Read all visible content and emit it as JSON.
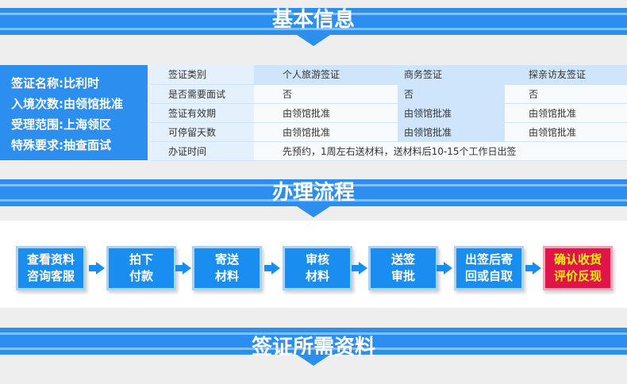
{
  "sections": {
    "basic_info": "基本信息",
    "process": "办理流程",
    "materials": "签证所需资料"
  },
  "visa_summary": [
    "签证名称:比利时",
    "入境次数:由领馆批准",
    "受理范围:上海领区",
    "特殊要求:抽查面试"
  ],
  "table": {
    "rows": [
      {
        "label": "签证类别",
        "cells": [
          "个人旅游签证",
          "商务签证",
          "探亲访友签证"
        ]
      },
      {
        "label": "是否需要面试",
        "cells": [
          "否",
          "否",
          "否"
        ]
      },
      {
        "label": "签证有效期",
        "cells": [
          "由领馆批准",
          "由领馆批准",
          "由领馆批准"
        ]
      },
      {
        "label": "可停留天数",
        "cells": [
          "由领馆批准",
          "由领馆批准",
          "由领馆批准"
        ]
      }
    ],
    "processing_time_label": "办证时间",
    "processing_time_value": "先预约，1周左右送材料，送材料后10-15个工作日出签"
  },
  "steps": [
    {
      "line1": "查看资料",
      "line2": "咨询客服"
    },
    {
      "line1": "拍下",
      "line2": "付款"
    },
    {
      "line1": "寄送",
      "line2": "材料"
    },
    {
      "line1": "审核",
      "line2": "材料"
    },
    {
      "line1": "送签",
      "line2": "审批"
    },
    {
      "line1": "出签后寄",
      "line2": "回或自取"
    },
    {
      "line1": "确认收货",
      "line2": "评价反现"
    }
  ],
  "colors": {
    "brand_blue": "#2c8ff0",
    "step_blue": "#1a8ef0",
    "final_step_red": "#e01448",
    "final_step_text": "#fff200"
  }
}
